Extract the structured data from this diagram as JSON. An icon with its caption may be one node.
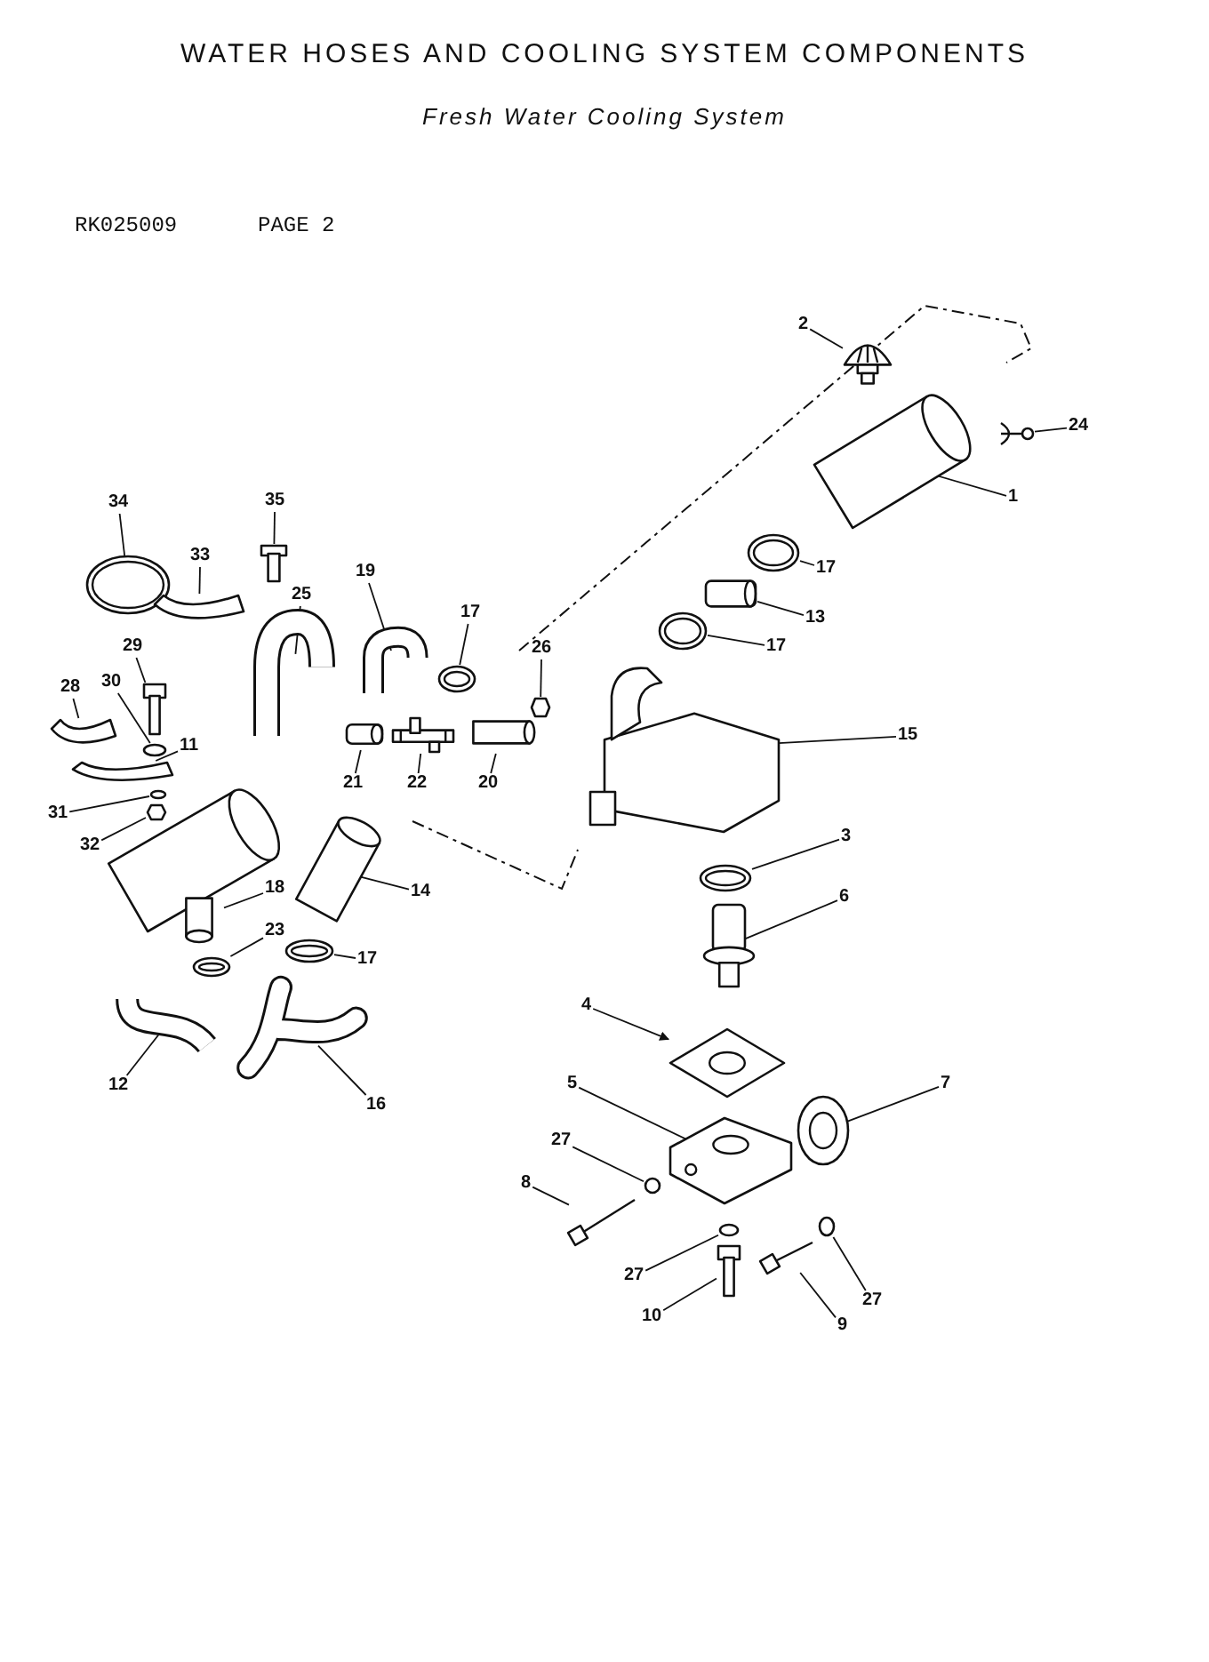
{
  "diagram": {
    "title": "WATER HOSES AND COOLING SYSTEM COMPONENTS",
    "nodes": [
      {
        "text": [
          "1"
        ]
      },
      {
        "text": [],
        "shape": "picture"
      },
      {
        "text": [
          "2"
        ]
      },
      {
        "text": [],
        "shape": "picture"
      },
      {
        "text": [
          "24"
        ]
      },
      {
        "text": [],
        "shape": "picture"
      },
      {
        "text": [
          "17"
        ]
      },
      {
        "text": [],
        "shape": "picture"
      },
      {
        "text": [
          "13"
        ]
      },
      {
        "text": [],
        "shape": "picture"
      },
      {
        "text": [
          "17"
        ]
      },
      {
        "text": [],
        "shape": "picture"
      },
      {
        "text": [
          "15"
        ]
      },
      {
        "text": [],
        "shape": "picture"
      },
      {
        "text": [
          "3"
        ]
      },
      {
        "text": [],
        "shape": "picture"
      },
      {
        "text": [
          "6"
        ]
      },
      {
        "text": [],
        "shape": "picture"
      },
      {
        "text": [
          "4"
        ]
      },
      {
        "text": [],
        "shape": "picture"
      },
      {
        "text": [
          "5"
        ]
      },
      {
        "text": [],
        "shape": "picture"
      },
      {
        "text": [
          "7"
        ]
      },
      {
        "text": [],
        "shape": "picture"
      },
      {
        "text": [
          "27"
        ]
      },
      {
        "text": [],
        "shape": "circle"
      },
      {
        "text": [
          "8"
        ]
      },
      {
        "text": [],
        "shape": "picture"
      },
      {
        "text": [
          "27"
        ]
      },
      {
        "text": [],
        "shape": "circle"
      },
      {
        "text": [
          "10"
        ]
      },
      {
        "text": [],
        "shape": "picture"
      },
      {
        "text": [
          "9"
        ]
      },
      {
        "text": [],
        "shape": "picture"
      },
      {
        "text": [
          "27"
        ]
      },
      {
        "text": [],
        "shape": "circle"
      },
      {
        "text": [
          "34"
        ]
      },
      {
        "text": [],
        "shape": "picture"
      },
      {
        "text": [
          "35"
        ]
      },
      {
        "text": [],
        "shape": "picture"
      },
      {
        "text": [
          "33"
        ]
      },
      {
        "text": [],
        "shape": "picture"
      },
      {
        "text": [
          "25"
        ]
      },
      {
        "text": [],
        "shape": "picture"
      },
      {
        "text": [
          "19"
        ]
      },
      {
        "text": [],
        "shape": "picture"
      },
      {
        "text": [
          "17"
        ]
      },
      {
        "text": [],
        "shape": "picture"
      },
      {
        "text": [
          "26"
        ]
      },
      {
        "text": [],
        "shape": "hexagon"
      },
      {
        "text": [
          "29"
        ]
      },
      {
        "text": [],
        "shape": "picture"
      },
      {
        "text": [
          "28"
        ]
      },
      {
        "text": [],
        "shape": "picture"
      },
      {
        "text": [
          "30"
        ]
      },
      {
        "text": [],
        "shape": "circle"
      },
      {
        "text": [
          "11"
        ]
      },
      {
        "text": [],
        "shape": "picture"
      },
      {
        "text": [
          "21"
        ]
      },
      {
        "text": [],
        "shape": "picture"
      },
      {
        "text": [
          "22"
        ]
      },
      {
        "text": [],
        "shape": "picture"
      },
      {
        "text": [
          "20"
        ]
      },
      {
        "text": [],
        "shape": "cylinder"
      },
      {
        "text": [
          "31"
        ]
      },
      {
        "text": [],
        "shape": "circle"
      },
      {
        "text": [
          "32"
        ]
      },
      {
        "text": [],
        "shape": "hexagon"
      },
      {
        "text": [
          "18"
        ]
      },
      {
        "text": [],
        "shape": "cylinder"
      },
      {
        "text": [
          "23"
        ]
      },
      {
        "text": [],
        "shape": "picture"
      },
      {
        "text": [
          "14"
        ]
      },
      {
        "text": [],
        "shape": "picture"
      },
      {
        "text": [
          "17"
        ]
      },
      {
        "text": [],
        "shape": "picture"
      },
      {
        "text": [
          "12"
        ]
      },
      {
        "text": [],
        "shape": "picture"
      },
      {
        "text": [
          "16"
        ]
      },
      {
        "text": [],
        "shape": "picture"
      }
    ],
    "edges": [
      {
        "from": 0,
        "to": 1,
        "arrow": "none"
      },
      {
        "from": 2,
        "to": 3,
        "arrow": "none"
      },
      {
        "from": 4,
        "to": 5,
        "arrow": "none"
      },
      {
        "from": 6,
        "to": 7,
        "arrow": "none"
      },
      {
        "from": 8,
        "to": 9,
        "arrow": "none"
      },
      {
        "from": 10,
        "to": 11,
        "arrow": "none"
      },
      {
        "from": 12,
        "to": 13,
        "arrow": "none"
      },
      {
        "from": 14,
        "to": 15,
        "arrow": "none"
      },
      {
        "from": 16,
        "to": 17,
        "arrow": "none"
      },
      {
        "from": 18,
        "to": 19,
        "arrow": "to"
      },
      {
        "from": 20,
        "to": 21,
        "arrow": "none"
      },
      {
        "from": 22,
        "to": 23,
        "arrow": "none"
      },
      {
        "from": 24,
        "to": 25,
        "arrow": "none"
      },
      {
        "from": 26,
        "to": 27,
        "arrow": "none"
      },
      {
        "from": 28,
        "to": 29,
        "arrow": "none"
      },
      {
        "from": 30,
        "to": 31,
        "arrow": "none"
      },
      {
        "from": 32,
        "to": 33,
        "arrow": "none"
      },
      {
        "from": 34,
        "to": 35,
        "arrow": "none"
      },
      {
        "from": 36,
        "to": 37,
        "arrow": "none"
      },
      {
        "from": 38,
        "to": 39,
        "arrow": "none"
      },
      {
        "from": 40,
        "to": 41,
        "arrow": "none"
      },
      {
        "from": 42,
        "to": 43,
        "arrow": "none"
      },
      {
        "from": 44,
        "to": 45,
        "arrow": "none"
      },
      {
        "from": 46,
        "to": 47,
        "arrow": "none"
      },
      {
        "from": 48,
        "to": 49,
        "arrow": "none"
      },
      {
        "from": 50,
        "to": 51,
        "arrow": "none"
      },
      {
        "from": 52,
        "to": 53,
        "arrow": "none"
      },
      {
        "from": 54,
        "to": 55,
        "arrow": "none"
      },
      {
        "from": 56,
        "to": 57,
        "arrow": "none"
      },
      {
        "from": 58,
        "to": 59,
        "arrow": "none"
      },
      {
        "from": 60,
        "to": 61,
        "arrow": "none"
      },
      {
        "from": 62,
        "to": 63,
        "arrow": "none"
      },
      {
        "from": 64,
        "to": 65,
        "arrow": "none"
      },
      {
        "from": 66,
        "to": 67,
        "arrow": "none"
      },
      {
        "from": 68,
        "to": 69,
        "arrow": "none"
      },
      {
        "from": 70,
        "to": 71,
        "arrow": "none"
      },
      {
        "from": 72,
        "to": 73,
        "arrow": "none"
      },
      {
        "from": 74,
        "to": 75,
        "arrow": "none"
      },
      {
        "from": 76,
        "to": 77,
        "arrow": "none"
      },
      {
        "from": 78,
        "to": 79,
        "arrow": "none"
      }
    ],
    "labels": [
      "Fresh Water Cooling System",
      "RK025009",
      "PAGE 2"
    ]
  }
}
